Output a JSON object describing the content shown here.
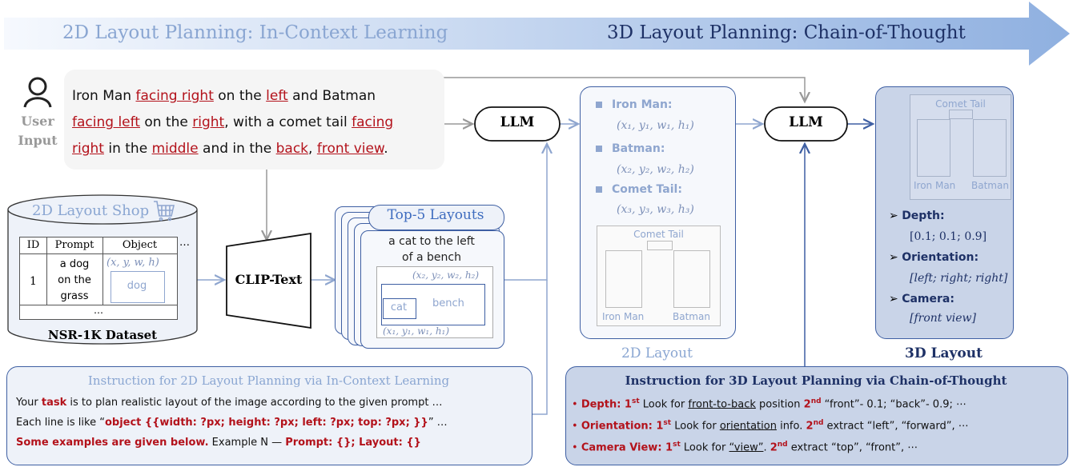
{
  "banner": {
    "left_title": "2D Layout Planning: In-Context Learning",
    "right_title": "3D Layout Planning: Chain-of-Thought"
  },
  "user": {
    "label_line1": "User",
    "label_line2": "Input"
  },
  "prompt": {
    "line1": [
      "Iron Man ",
      "facing right",
      " on the ",
      "left",
      " and Batman"
    ],
    "line2": [
      "facing left",
      " on the ",
      "right",
      ", with a comet tail ",
      "facing"
    ],
    "line3": [
      "right",
      " in the ",
      "middle",
      " and in the ",
      "back",
      ", ",
      "front view",
      "."
    ]
  },
  "llm_label": "LLM",
  "shop": {
    "title": "2D Layout Shop",
    "headers": [
      "ID",
      "Prompt",
      "Object"
    ],
    "ellipsis": "…",
    "row_id": "1",
    "row_prompt": [
      "a dog",
      "on the",
      "grass"
    ],
    "row_coord": "(x, y, w, h)",
    "row_object": "dog",
    "dots": "…",
    "dataset": "NSR-1K Dataset"
  },
  "clip_label": "CLIP-Text",
  "top5": {
    "title": "Top-5 Layouts",
    "caption_line1": "a cat to the left",
    "caption_line2": "of a bench",
    "coord2": "(x₂, y₂, w₂, h₂)",
    "coord1": "(x₁, y₁, w₁, h₁)",
    "cat": "cat",
    "bench": "bench"
  },
  "layout2d": {
    "items": [
      {
        "name": "Iron Man:",
        "coord": "(x₁, y₁, w₁, h₁)"
      },
      {
        "name": "Batman:",
        "coord": "(x₂, y₂, w₂, h₂)"
      },
      {
        "name": "Comet Tail:",
        "coord": "(x₃, y₃, w₃, h₃)"
      }
    ],
    "sketch_top": "Comet Tail",
    "sketch_left": "Iron Man",
    "sketch_right": "Batman",
    "caption": "2D Layout"
  },
  "layout3d": {
    "sketch_top": "Comet Tail",
    "sketch_left": "Iron Man",
    "sketch_right": "Batman",
    "depth_label": "Depth:",
    "depth_value": "[0.1; 0.1; 0.9]",
    "orient_label": "Orientation:",
    "orient_value": "[left; right; right]",
    "camera_label": "Camera:",
    "camera_value": "[front view]",
    "caption": "3D Layout",
    "bullet": "➢"
  },
  "instr2d": {
    "title": "Instruction for 2D Layout Planning via In-Context Learning",
    "l1_a": "Your ",
    "l1_b": "task",
    "l1_c": " is to plan realistic layout of the image according to the given prompt …",
    "l2_a": "Each line is like “",
    "l2_b": "object {{width: ?px; height: ?px; left: ?px; top: ?px; }}",
    "l2_c": "” …",
    "l3_a": "Some examples are given below.",
    "l3_b": " Example N — ",
    "l3_c": "Prompt: {}; Layout: {}"
  },
  "instr3d": {
    "title": "Instruction for 3D Layout Planning via Chain-of-Thought",
    "r1": {
      "label": "Depth: 1",
      "a": " Look for ",
      "u": "front-to-back",
      "b": " position ",
      "n2": "2",
      "c": " “front”- 0.1; “back”- 0.9; ⋯"
    },
    "r2": {
      "label": "Orientation: 1",
      "a": " Look for ",
      "u": "orientation",
      "b": " info. ",
      "n2": "2",
      "c": " extract “left”, “forward”, ⋯"
    },
    "r3": {
      "label": "Camera View: 1",
      "a": " Look for ",
      "u": "“view”",
      "b": ". ",
      "n2": "2",
      "c": " extract “top”, “front”, ⋯"
    },
    "st": "st",
    "nd": "nd"
  },
  "icons": {
    "user": "user-icon",
    "cart": "cart-icon"
  }
}
